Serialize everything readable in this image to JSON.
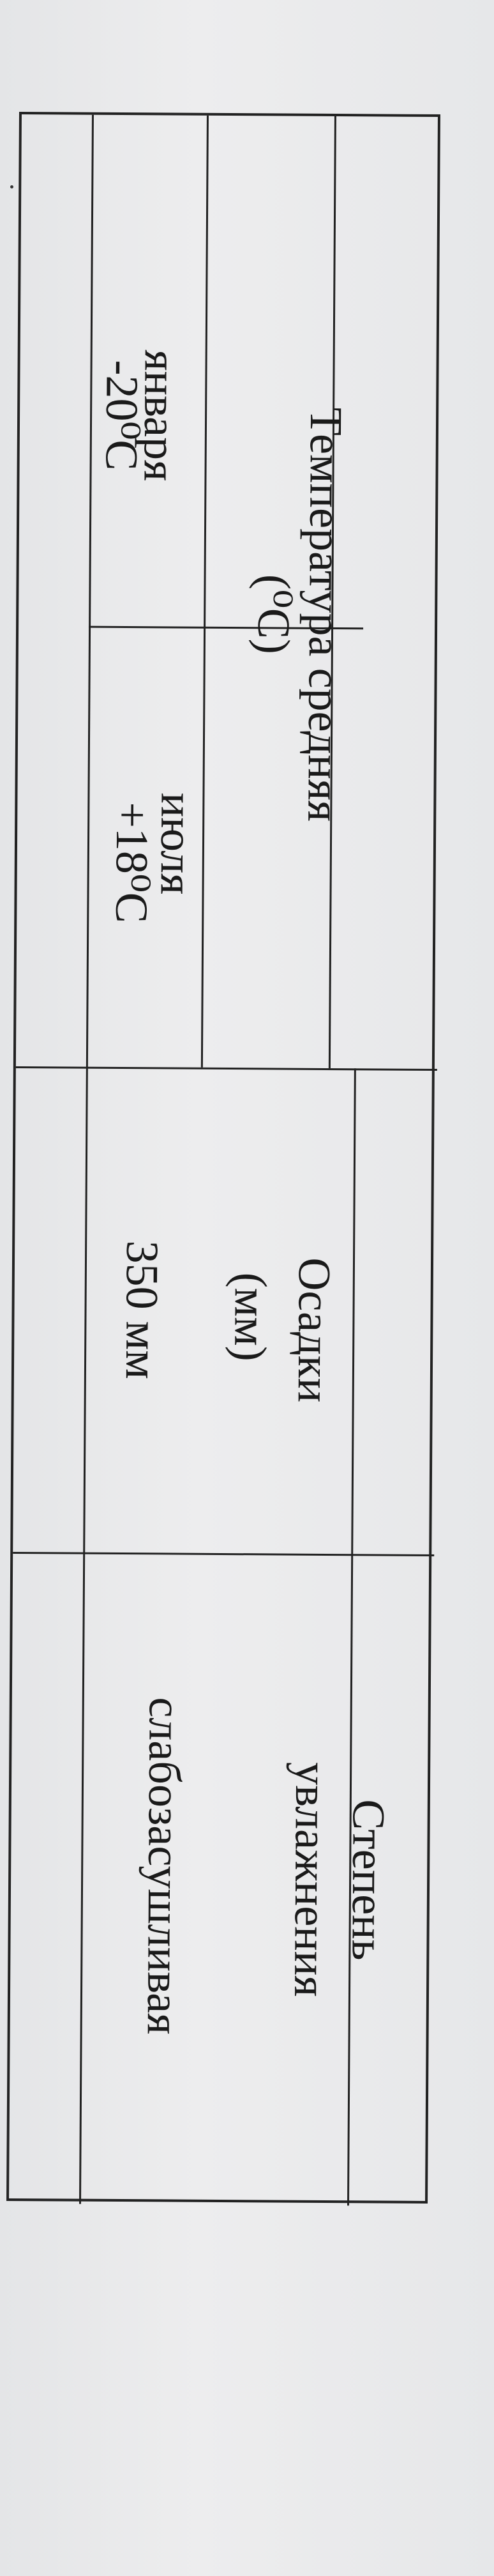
{
  "table": {
    "header": {
      "temperature": "Температура средняя",
      "temperature_unit": "(⁰С)",
      "precipitation": "Осадки",
      "precipitation_unit": "(мм)",
      "moisture": "Степень",
      "moisture_line2": "увлажнения"
    },
    "subheader": {
      "january": "января",
      "july": "июля"
    },
    "values": {
      "january_temp": "-20⁰С",
      "july_temp": "+18⁰С",
      "precipitation": "350 мм",
      "moisture": "слабозасушливая"
    }
  }
}
